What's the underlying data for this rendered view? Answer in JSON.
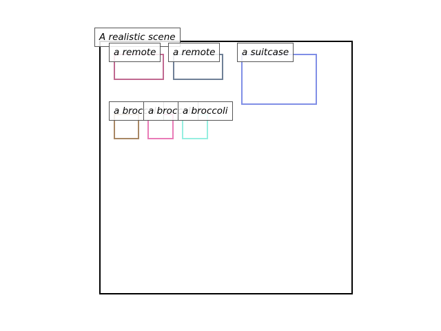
{
  "title": "A realistic scene",
  "objects": [
    {
      "label": "a remote",
      "color": "#c06890"
    },
    {
      "label": "a remote",
      "color": "#6e7f96"
    },
    {
      "label": "a suitcase",
      "color": "#7f8ee6"
    },
    {
      "label": "a broccoli",
      "color": "#a88764"
    },
    {
      "label": "a broccoli",
      "color": "#e97bb7"
    },
    {
      "label": "a broccoli",
      "color": "#96efe0"
    }
  ]
}
